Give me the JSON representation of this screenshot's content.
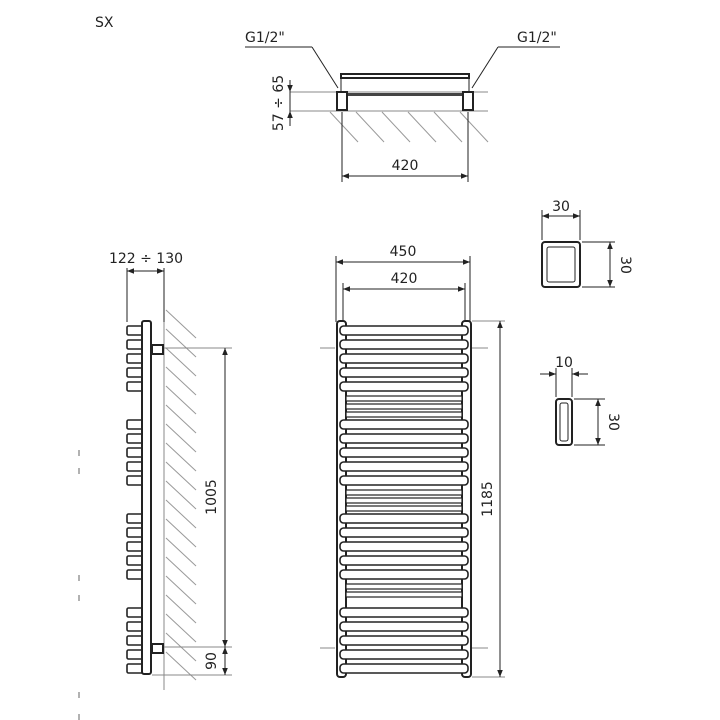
{
  "title": "SX",
  "top_view": {
    "connection_left": "G1/2\"",
    "connection_right": "G1/2\"",
    "wall_distance": "57 ÷ 65",
    "pipe_spacing": "420"
  },
  "side_view": {
    "depth": "122 ÷ 130",
    "mount_spacing": "1005",
    "bottom_offset": "90"
  },
  "front_view": {
    "overall_width": "450",
    "pipe_spacing": "420",
    "height": "1185"
  },
  "profiles": {
    "square_width": "30",
    "square_height": "30",
    "flat_width": "10",
    "flat_height": "30"
  }
}
